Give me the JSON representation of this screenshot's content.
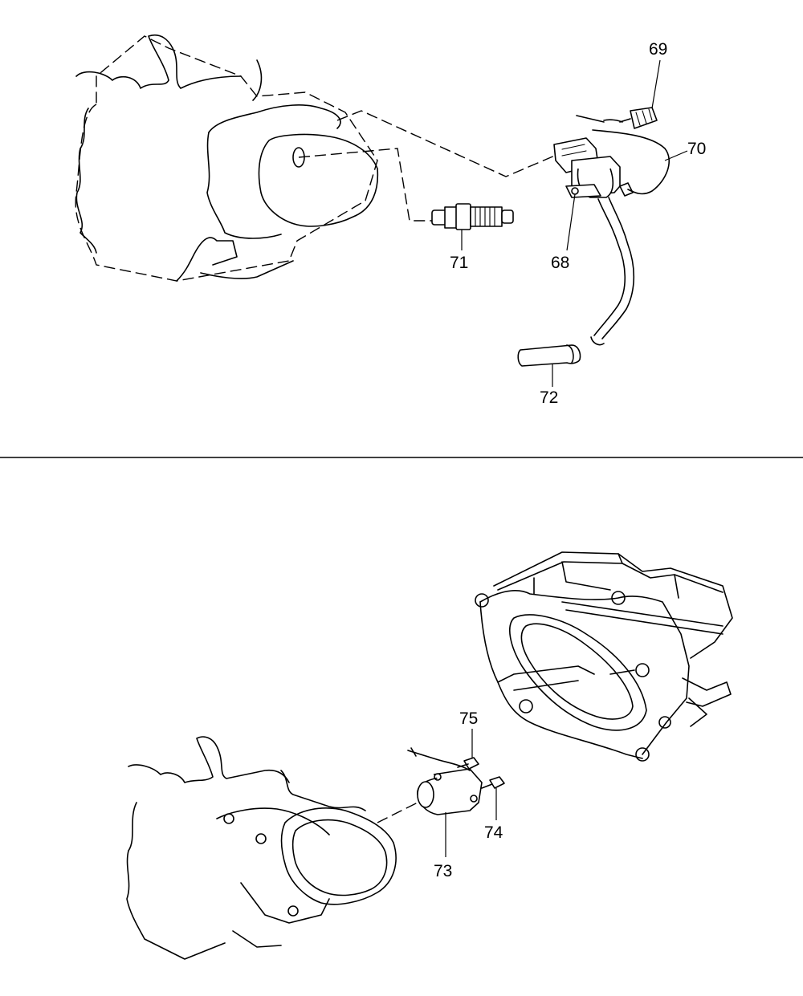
{
  "diagram": {
    "part_numbers": {
      "p68": "68",
      "p69": "69",
      "p70": "70",
      "p71": "71",
      "p72": "72",
      "p73": "73",
      "p74": "74",
      "p75": "75"
    }
  }
}
